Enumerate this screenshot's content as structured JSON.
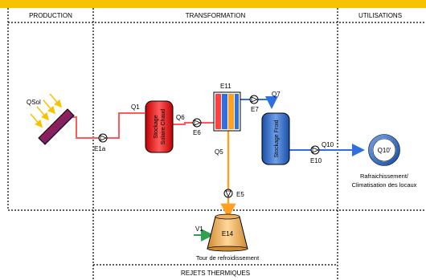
{
  "sections": {
    "production": "PRODUCTION",
    "transformation": "TRANSFORMATION",
    "utilisations": "UTILISATIONS",
    "rejets": "REJETS THERMIQUES"
  },
  "labels": {
    "qsol": "QSol",
    "q1": "Q1",
    "e1a": "E1a",
    "q6": "Q6",
    "e6": "E6",
    "e11": "E11",
    "q7": "Q7",
    "e7": "E7",
    "q5": "Q5",
    "e5": "E5",
    "q10": "Q10",
    "e10": "E10",
    "q10_user": "Q10'",
    "v1": "V1",
    "e14": "E14"
  },
  "components": {
    "stockage_chaud_line1": "Stockage",
    "stockage_chaud_line2": "Solaire Chaud",
    "stockage_froid": "Stockage Froid",
    "rafraichissement_line1": "Rafraichissement/",
    "rafraichissement_line2": "Climatisation des locaux",
    "tour": "Tour de refroidissement"
  },
  "colors": {
    "banner": "#f5c400",
    "hot_pipe": "#ff5a5a",
    "orange_pipe": "#ffa020",
    "cold_pipe": "#2f6fe0",
    "green_pipe": "#30a050"
  }
}
